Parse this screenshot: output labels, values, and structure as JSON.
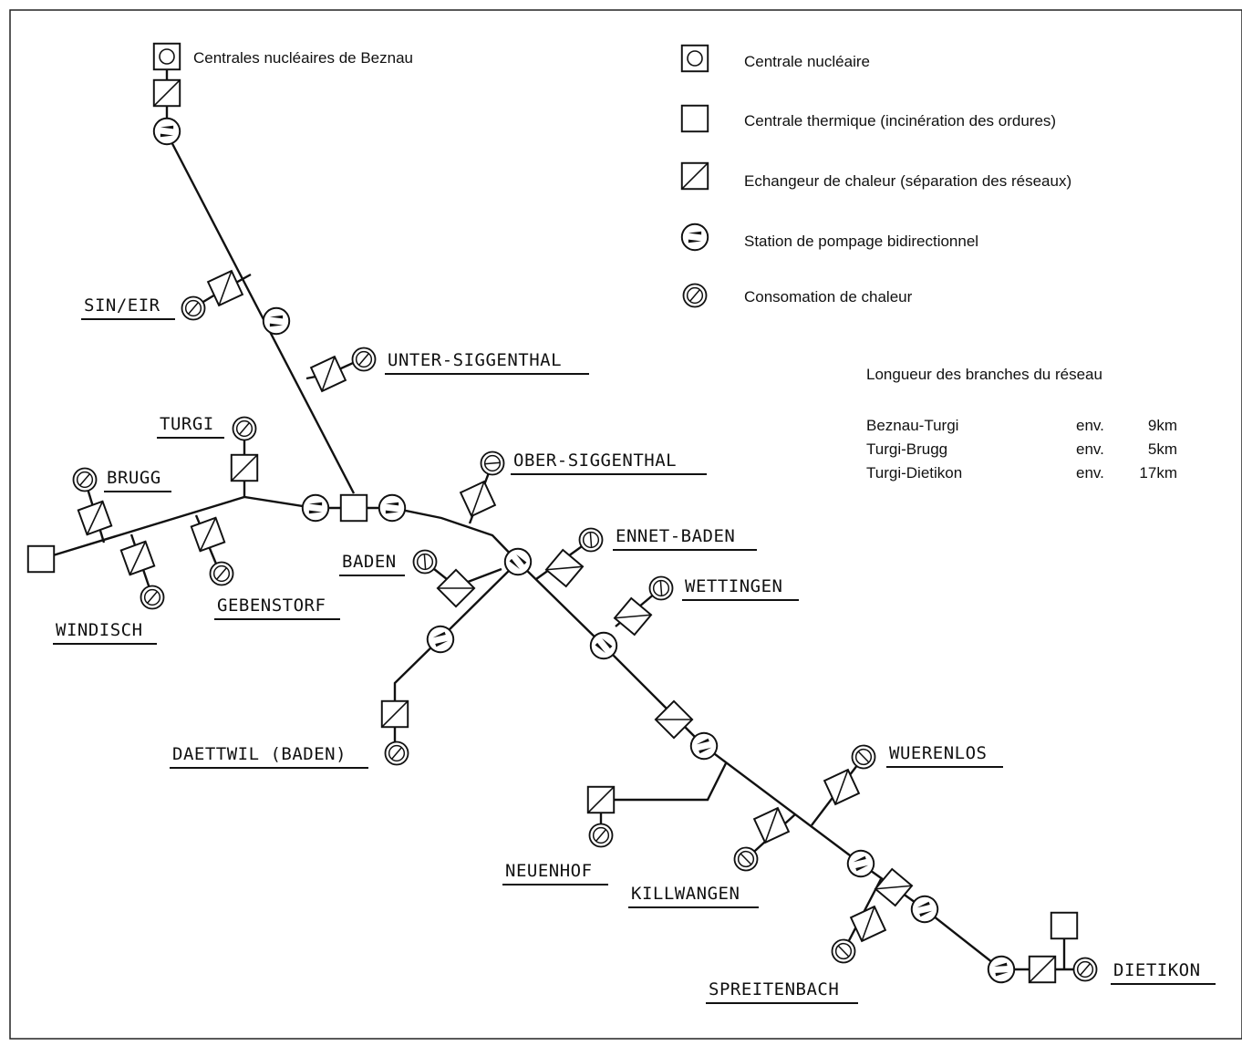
{
  "legend": {
    "nuclear": "Centrale nucléaire",
    "thermal": "Centrale thermique (incinération des ordures)",
    "exchanger": "Echangeur de chaleur (séparation des réseaux)",
    "pump": "Station de pompage bidirectionnel",
    "consumer": "Consomation de chaleur"
  },
  "lengths": {
    "title": "Longueur des branches du réseau",
    "rows": [
      {
        "route": "Beznau-Turgi",
        "env": "env.",
        "km": "9km"
      },
      {
        "route": "Turgi-Brugg",
        "env": "env.",
        "km": "5km"
      },
      {
        "route": "Turgi-Dietikon",
        "env": "env.",
        "km": "17km"
      }
    ]
  },
  "places": {
    "beznau": "Centrales nucléaires de Beznau",
    "sin_eir": "SIN/EIR",
    "unter_siggenthal": "UNTER-SIGGENTHAL",
    "turgi": "TURGI",
    "brugg": "BRUGG",
    "ober_siggenthal": "OBER-SIGGENTHAL",
    "baden": "BADEN",
    "ennet_baden": "ENNET-BADEN",
    "wettingen": "WETTINGEN",
    "gebenstorf": "GEBENSTORF",
    "windisch": "WINDISCH",
    "daettwil": "DAETTWIL (BADEN)",
    "wuerenlos": "WUERENLOS",
    "neuenhof": "NEUENHOF",
    "killwangen": "KILLWANGEN",
    "spreitenbach": "SPREITENBACH",
    "dietikon": "DIETIKON"
  }
}
